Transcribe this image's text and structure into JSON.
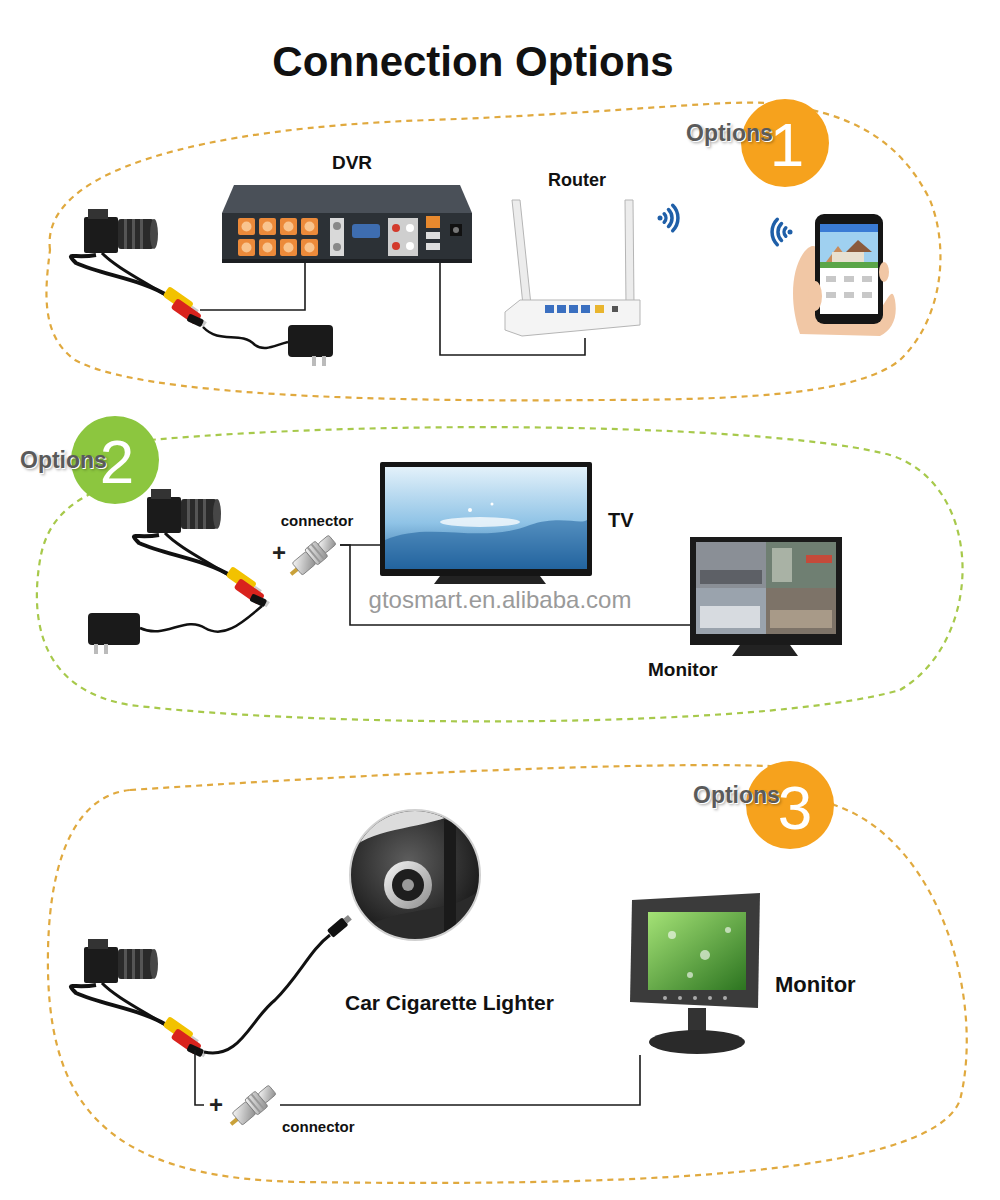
{
  "diagram": {
    "title": "Connection Options",
    "nodes": [
      {
        "text": [
          "Options",
          "1"
        ]
      },
      {
        "text": [
          "DVR"
        ]
      },
      {
        "text": [
          "Router"
        ]
      },
      {
        "text": [
          "Options",
          "2"
        ]
      },
      {
        "text": [
          "connector"
        ]
      },
      {
        "text": [
          "TV"
        ]
      },
      {
        "text": [
          "Monitor"
        ]
      },
      {
        "text": [
          "Options",
          "3"
        ]
      },
      {
        "text": [
          "Car Cigarette Lighter"
        ]
      },
      {
        "text": [
          "connector"
        ]
      },
      {
        "text": [
          "Monitor"
        ]
      }
    ],
    "edges": [
      {
        "from": 1,
        "to": 2,
        "arrow": "none"
      },
      {
        "from": 4,
        "to": 5,
        "arrow": "none"
      },
      {
        "from": 4,
        "to": 6,
        "arrow": "none"
      },
      {
        "from": 9,
        "to": 10,
        "arrow": "none"
      }
    ],
    "labels": [
      "+",
      "gtosmart.en.alibaba.com",
      "+"
    ]
  }
}
